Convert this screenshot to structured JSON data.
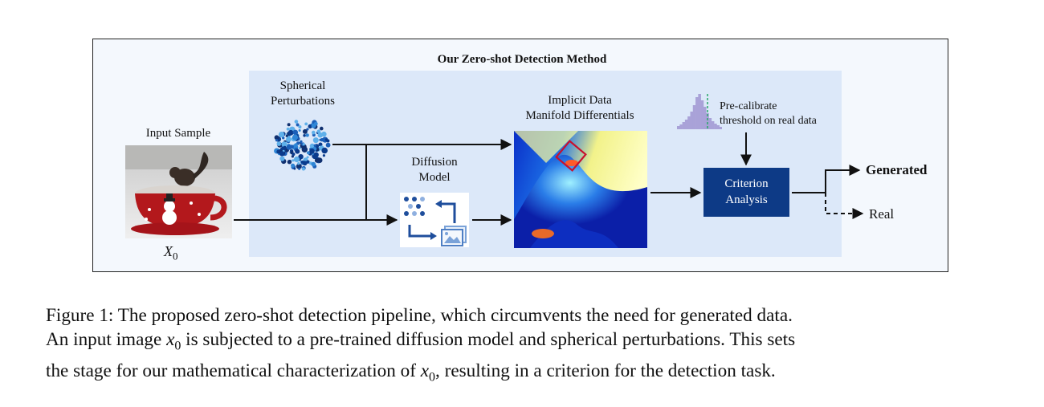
{
  "diagram": {
    "title": "Our Zero-shot Detection Method",
    "input_label": "Input Sample",
    "input_symbol": "X",
    "input_subscript": "0",
    "spherical_line1": "Spherical",
    "spherical_line2": "Perturbations",
    "diffusion_line1": "Diffusion",
    "diffusion_line2": "Model",
    "manifold_line1": "Implicit Data",
    "manifold_line2": "Manifold Differentials",
    "precal_line1": "Pre-calibrate",
    "precal_line2": "threshold on real data",
    "criterion_line1": "Criterion",
    "criterion_line2": "Analysis",
    "output_generated": "Generated",
    "output_real": "Real",
    "colors": {
      "frame_bg": "#f4f8fd",
      "panel_bg": "#dce8f9",
      "criterion_bg": "#0d3a86",
      "icon_blue": "#1f4e9c"
    }
  },
  "caption": {
    "line1": "Figure 1: The proposed zero-shot detection pipeline, which circumvents the need for generated data.",
    "line2_a": "An input image ",
    "line2_math": "x",
    "line2_sub": "0",
    "line2_b": " is subjected to a pre-trained diffusion model and spherical perturbations. This sets",
    "line3_a": "the stage for our mathematical characterization of ",
    "line3_math": "x",
    "line3_sub": "0",
    "line3_b": ", resulting in a criterion for the detection task."
  }
}
